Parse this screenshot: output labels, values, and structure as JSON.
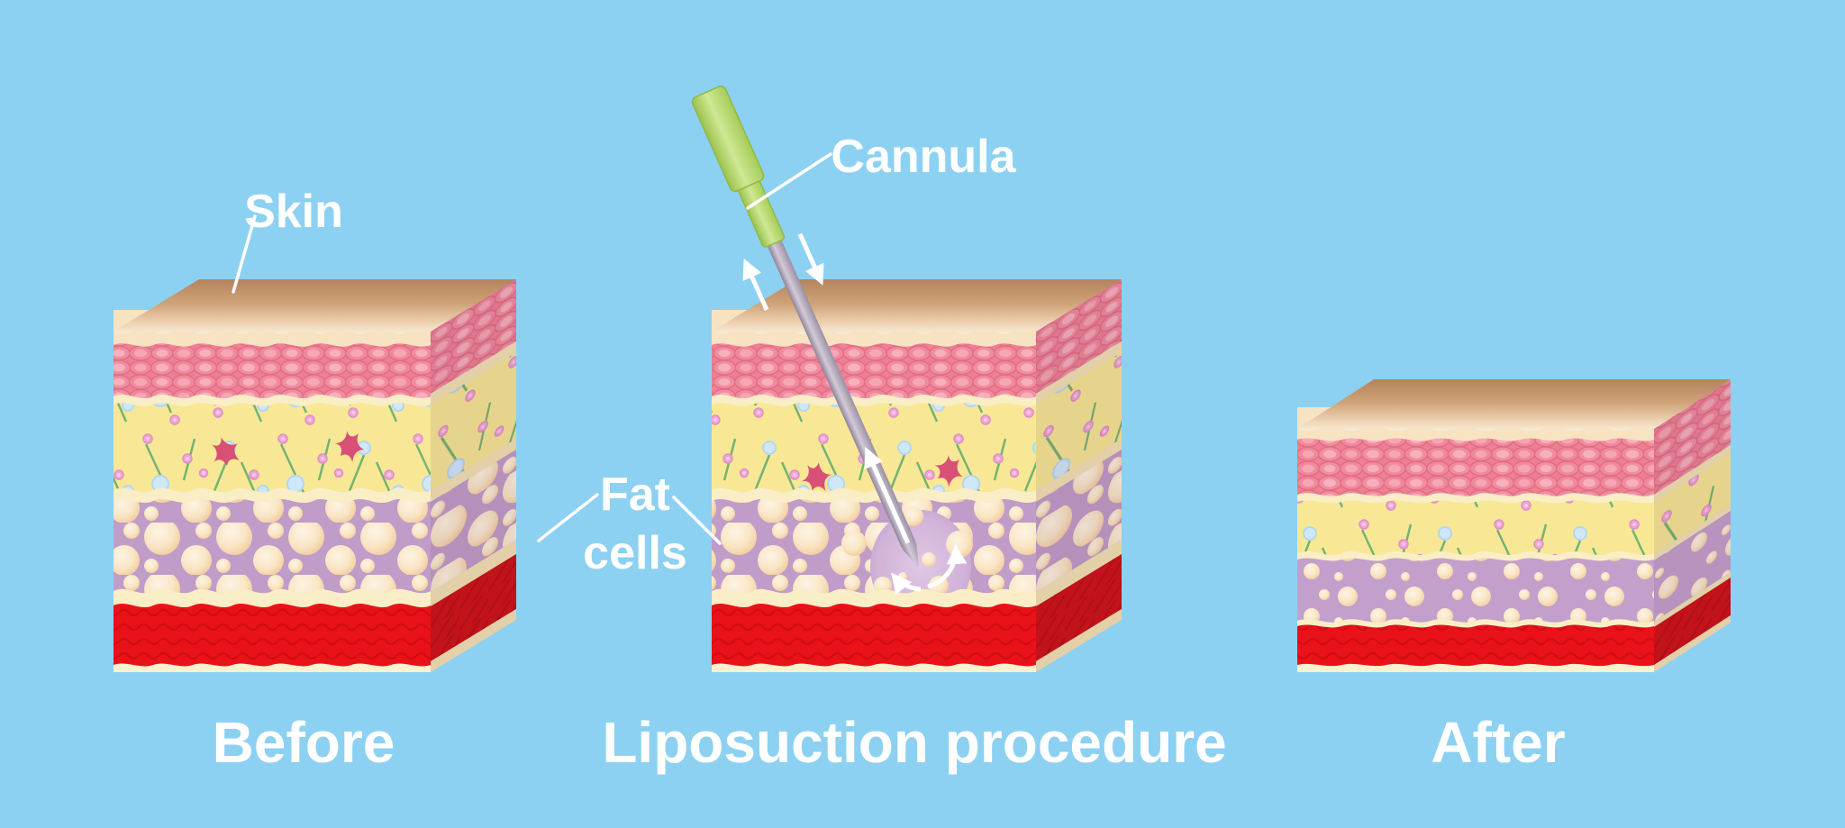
{
  "illustration": {
    "title_visible": false,
    "background_color": "#8CD1F2",
    "text_color": "#FFFFFF",
    "annotations": {
      "skin_label": "Skin",
      "cannula_label": "Cannula",
      "fat_cells_label_line1": "Fat",
      "fat_cells_label_line2": "cells"
    },
    "panels": [
      {
        "id": "before",
        "caption": "Before"
      },
      {
        "id": "procedure",
        "caption": "Liposuction procedure"
      },
      {
        "id": "after",
        "caption": "After"
      }
    ],
    "colors": {
      "background": "#8CD1F2",
      "skin_surface_dark": "#B5835C",
      "skin_surface_light": "#F8ECD8",
      "epidermis_lip": "#F7E2C1",
      "dermis_pink": "#EE8095",
      "dermis_cell": "#F6A6B4",
      "layer_separator_cream": "#F9EEC6",
      "subcutaneous_yellow": "#F8E895",
      "pink_dot": "#EFA6D6",
      "blue_dot": "#CFE8F9",
      "green_fiber": "#74B374",
      "star_cell_red": "#D85075",
      "fat_layer_purple": "#C09CC9",
      "fat_cell_cream": "#F6D9AE",
      "muscle_red": "#EA1219",
      "cannula_handle_green": "#B9DC74",
      "cannula_shaft_gray": "#A79CB0",
      "arrow_white": "#FFFFFF"
    },
    "icons": {
      "leader_lines": "white-pointer-line",
      "cannula_motion": "up-and-down-arrows",
      "suction_flow": "up-arrow-inside-cannula",
      "suction_swirl": "curved-rotation-arrows"
    }
  }
}
